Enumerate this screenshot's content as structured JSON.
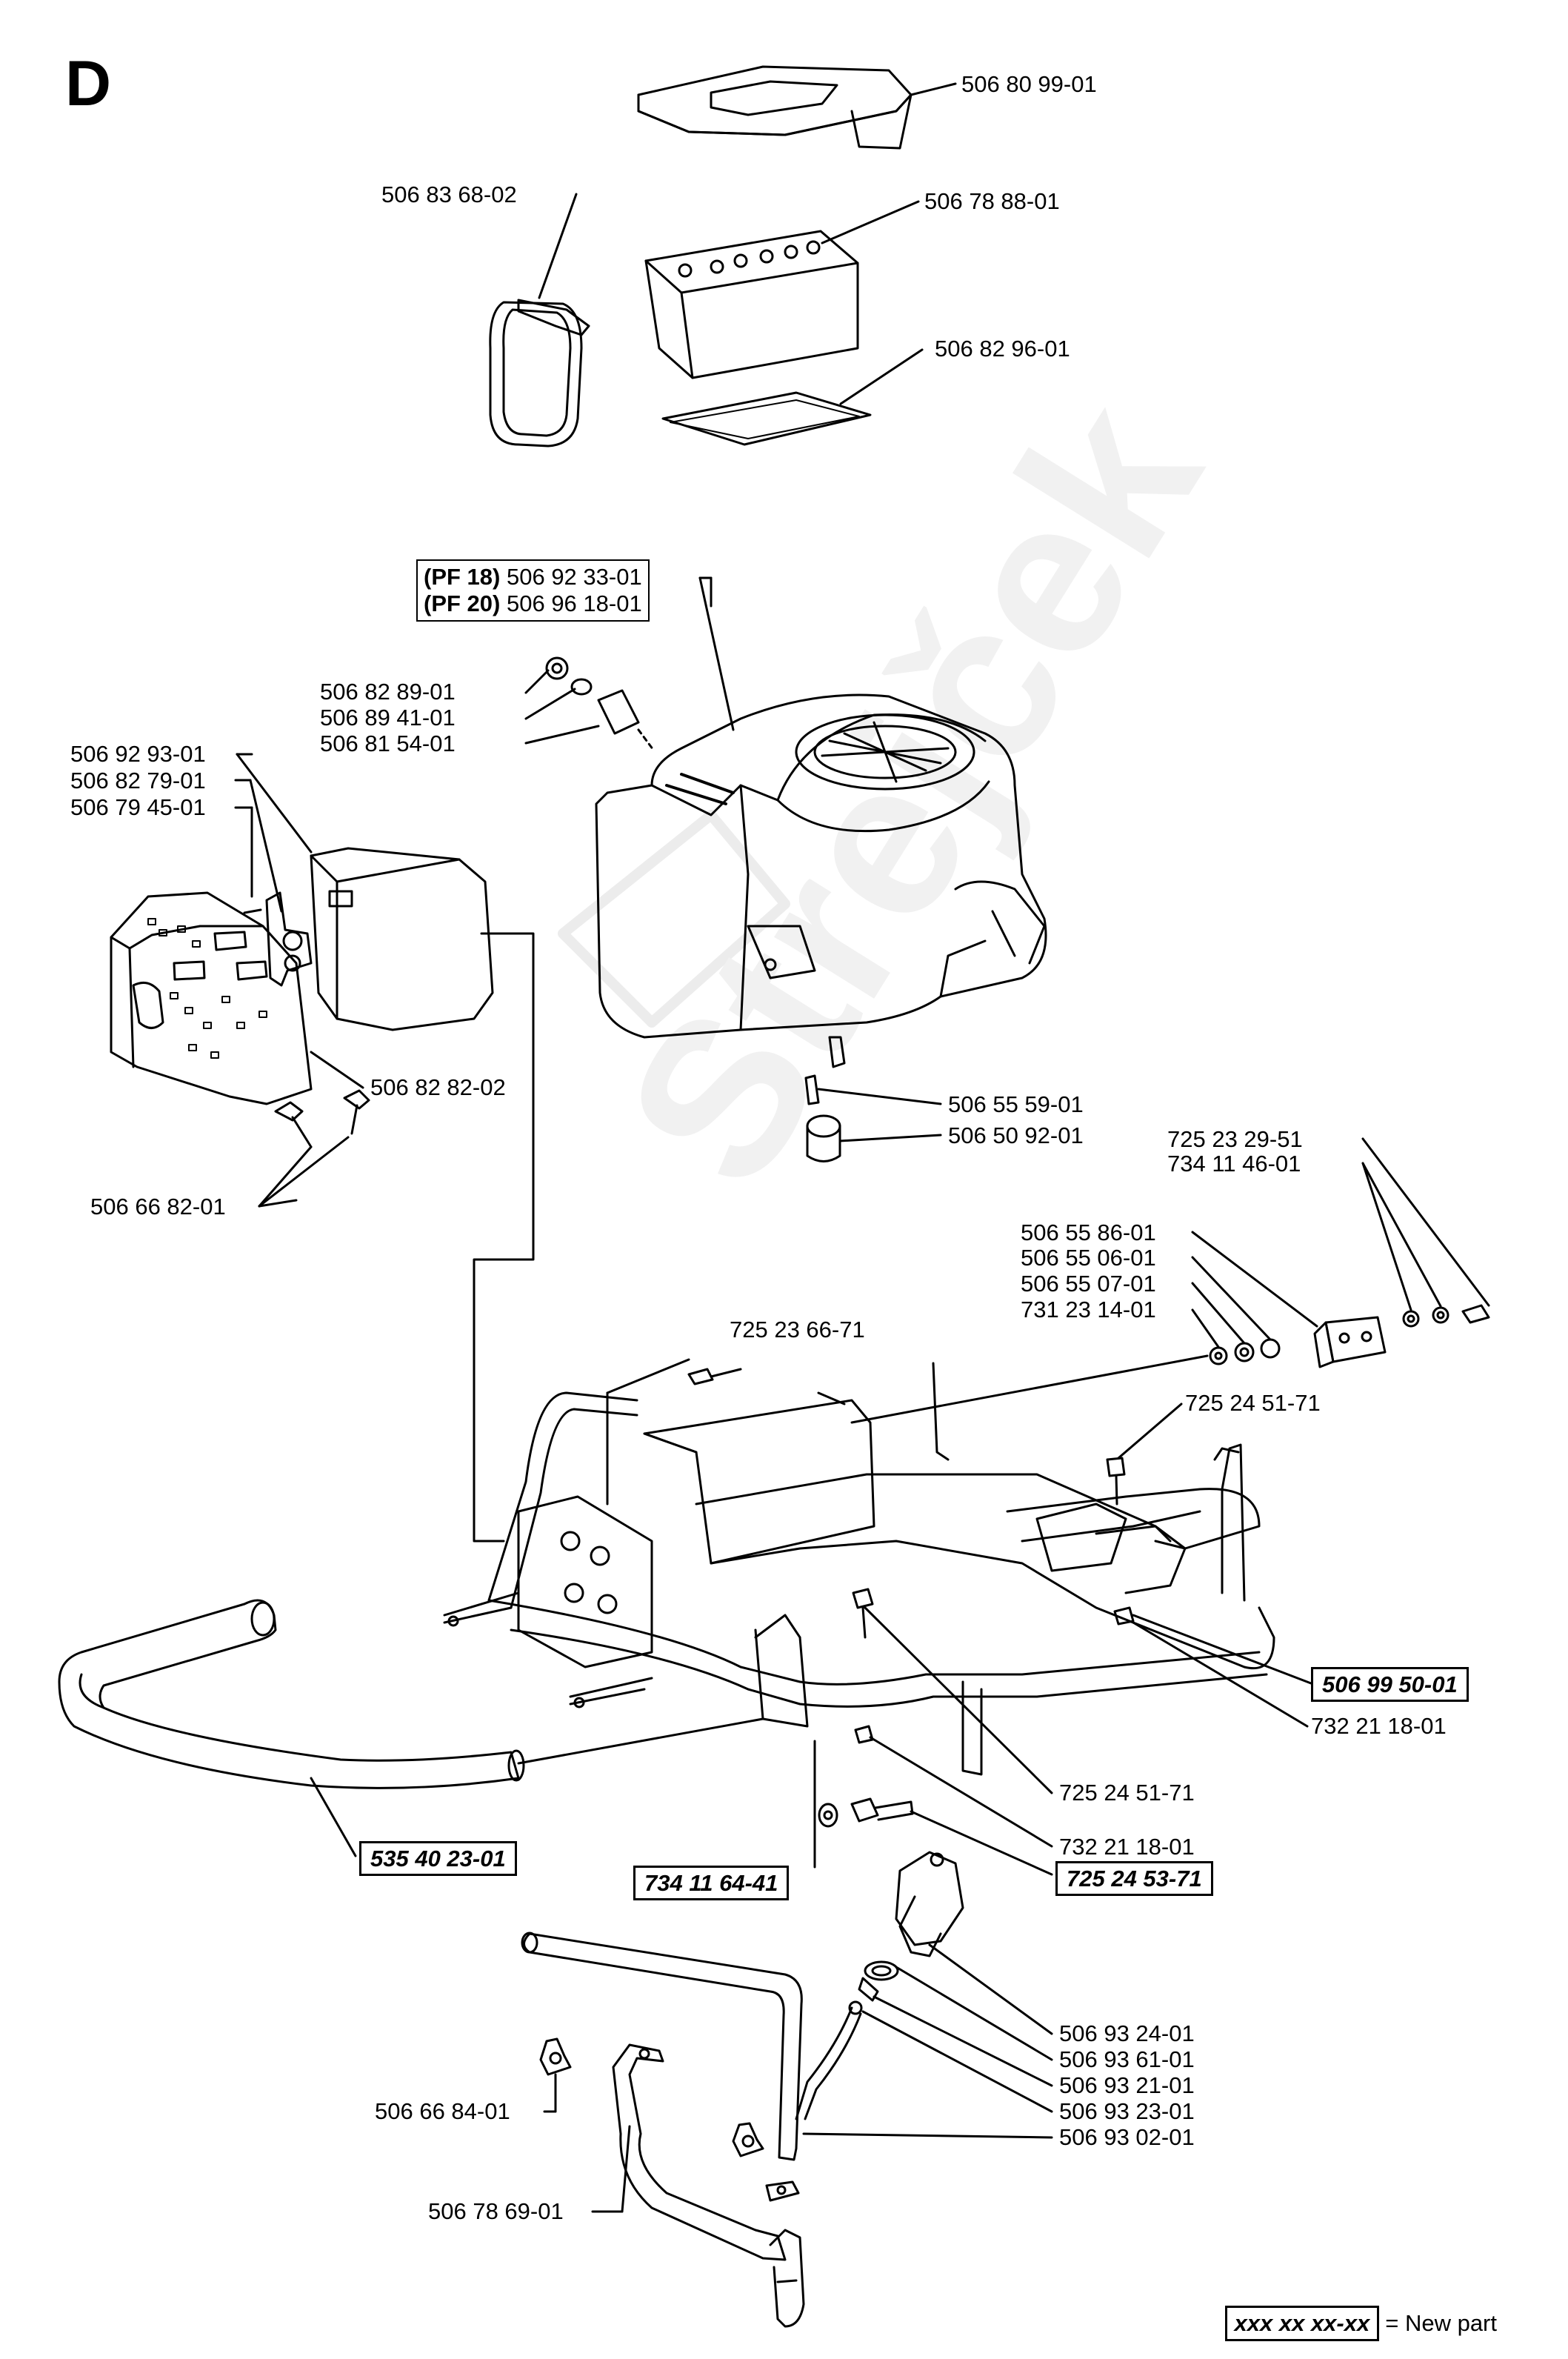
{
  "section": "D",
  "parts": {
    "battery_cover": "506 80 99-01",
    "battery_strap": "506 83 68-02",
    "battery": "506 78 88-01",
    "battery_mat": "506 82 96-01",
    "engine_pf18_tag": "(PF 18)",
    "engine_pf18": "506 92 33-01",
    "engine_pf20_tag": "(PF 20)",
    "engine_pf20": "506 96 18-01",
    "p_506_82_89": "506 82 89-01",
    "p_506_89_41": "506 89 41-01",
    "p_506_81_54": "506 81 54-01",
    "p_506_92_93": "506 92 93-01",
    "p_506_82_79": "506 82 79-01",
    "p_506_79_45": "506 79 45-01",
    "muffler_guard": "506 82 82-02",
    "muffler_bolts": "506 66 82-01",
    "shaft_key": "506 55 59-01",
    "shaft_spacer": "506 50 92-01",
    "p_725_23_29": "725 23 29-51",
    "p_734_11_46": "734 11 46-01",
    "p_506_55_86": "506 55 86-01",
    "p_506_55_06": "506 55 06-01",
    "p_506_55_07": "506 55 07-01",
    "p_731_23_14": "731 23 14-01",
    "p_725_23_66": "725 23 66-71",
    "p_725_24_51_top": "725 24 51-71",
    "frame_new": "506 99 50-01",
    "p_732_21_18_right": "732 21 18-01",
    "bumper_new": "535 40 23-01",
    "p_725_24_51_bottom": "725 24 51-71",
    "p_732_21_18_bottom": "732 21 18-01",
    "washer_new": "734 11 64-41",
    "bolt_new": "725 24 53-71",
    "p_506_93_24": "506 93 24-01",
    "p_506_93_61": "506 93 61-01",
    "p_506_93_21": "506 93 21-01",
    "p_506_93_23": "506 93 23-01",
    "p_506_93_02": "506 93 02-01",
    "p_506_66_84": "506 66 84-01",
    "p_506_78_69": "506 78 69-01"
  },
  "legend": {
    "sample": "xxx xx xx-xx",
    "text": "= New part"
  },
  "colors": {
    "ink": "#000000",
    "watermark": "#ececec",
    "paper": "#ffffff"
  }
}
